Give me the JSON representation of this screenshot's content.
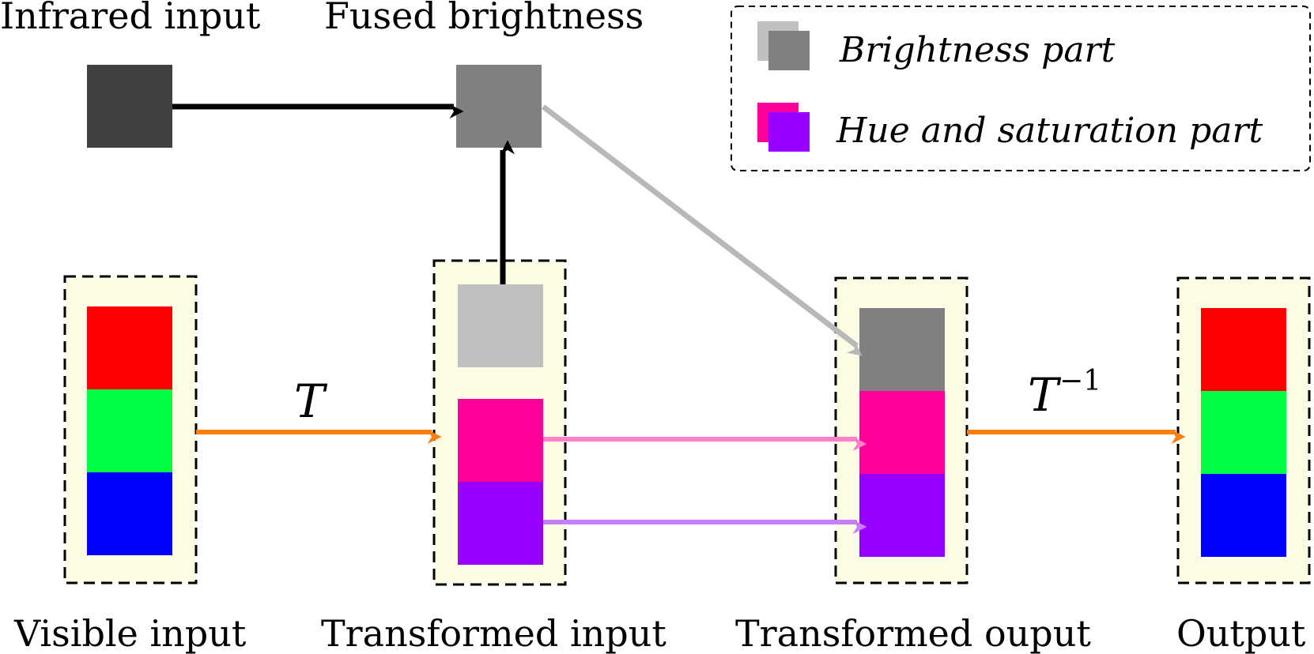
{
  "labels": {
    "infrared_input": "Infrared input",
    "fused_brightness": "Fused brightness",
    "visible_input": "Visible input",
    "transformed_input": "Transformed input",
    "transformed_output": "Transformed ouput",
    "output": "Output"
  },
  "operators": {
    "forward": "T",
    "inverse_base": "T",
    "inverse_exp": "−1"
  },
  "legend": {
    "brightness": "Brightness part",
    "hue_saturation": "Hue and saturation part"
  },
  "colors": {
    "group_bg": "#fdfde6",
    "red": "#ff0000",
    "green": "#00ff40",
    "blue": "#0000ff",
    "light_gray": "#bfbfbf",
    "gray": "#808080",
    "dark_gray": "#404040",
    "magenta": "#ff0099",
    "purple": "#9900ff",
    "orange_arrow": "#ff7f0e",
    "pink_arrow": "#ff80c8",
    "lilac_arrow": "#c77dff",
    "gray_arrow": "#b8b8b8",
    "black_arrow": "#000000"
  }
}
